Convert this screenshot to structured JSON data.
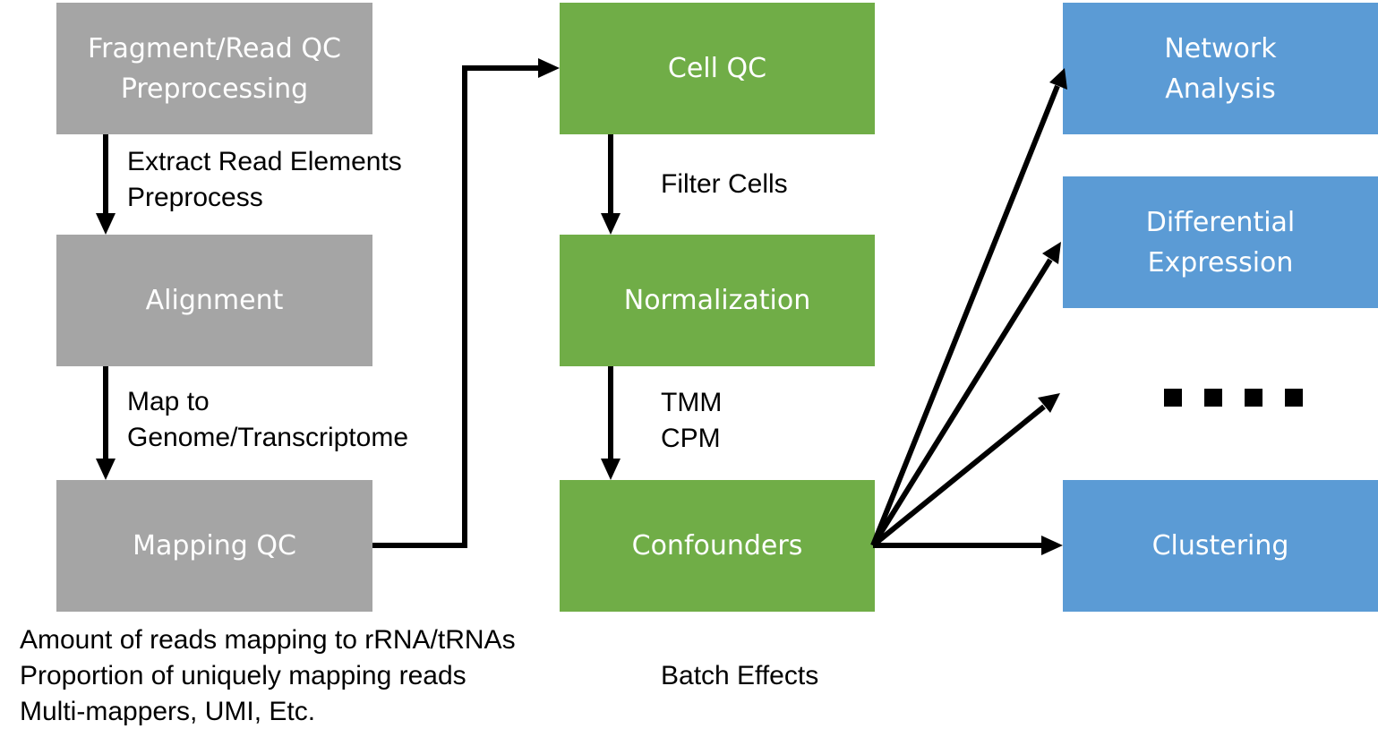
{
  "boxes": {
    "fragment_qc": [
      "Fragment/Read QC",
      "Preprocessing"
    ],
    "alignment": [
      "Alignment"
    ],
    "mapping_qc": [
      "Mapping QC"
    ],
    "cell_qc": [
      "Cell QC"
    ],
    "normalization": [
      "Normalization"
    ],
    "confounders": [
      "Confounders"
    ],
    "network_analysis": [
      "Network",
      "Analysis"
    ],
    "differential_expression": [
      "Differential",
      "Expression"
    ],
    "clustering": [
      "Clustering"
    ]
  },
  "labels": {
    "extract": [
      "Extract Read Elements",
      "Preprocess"
    ],
    "map_to": [
      "Map to",
      "Genome/Transcriptome"
    ],
    "mapping_metrics": [
      "Amount of reads mapping to rRNA/tRNAs",
      "Proportion of uniquely mapping reads",
      "Multi-mappers, UMI, Etc."
    ],
    "filter_cells": [
      "Filter Cells"
    ],
    "tmm_cpm": [
      "TMM",
      "CPM"
    ],
    "batch_effects": [
      "Batch Effects"
    ]
  },
  "ellipsis_dot_count": 4,
  "colors": {
    "gray": "#a5a5a5",
    "green": "#70ad47",
    "blue": "#5b9bd5",
    "arrow": "#000000"
  }
}
